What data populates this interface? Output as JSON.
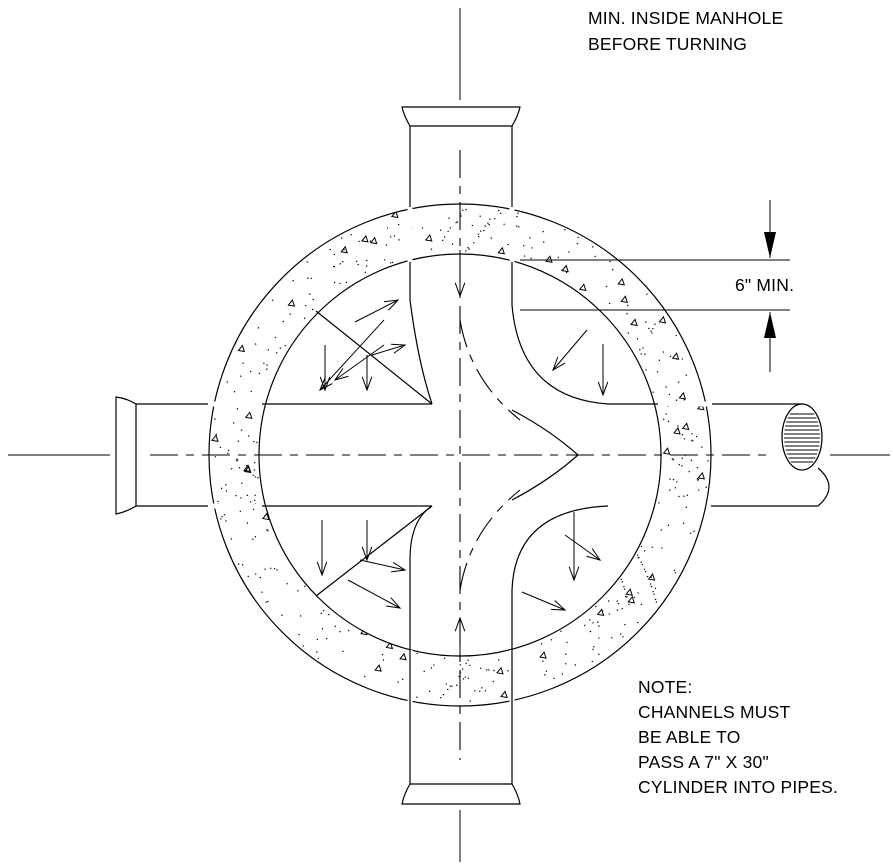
{
  "header_note": {
    "line1": "MIN. INSIDE MANHOLE",
    "line2": "BEFORE TURNING"
  },
  "dimension": {
    "label": "6\" MIN."
  },
  "note": {
    "title": "NOTE:",
    "line1": "CHANNELS MUST",
    "line2": "BE ABLE TO",
    "line3": "PASS A 7\" X 30\"",
    "line4": "CYLINDER INTO PIPES."
  }
}
